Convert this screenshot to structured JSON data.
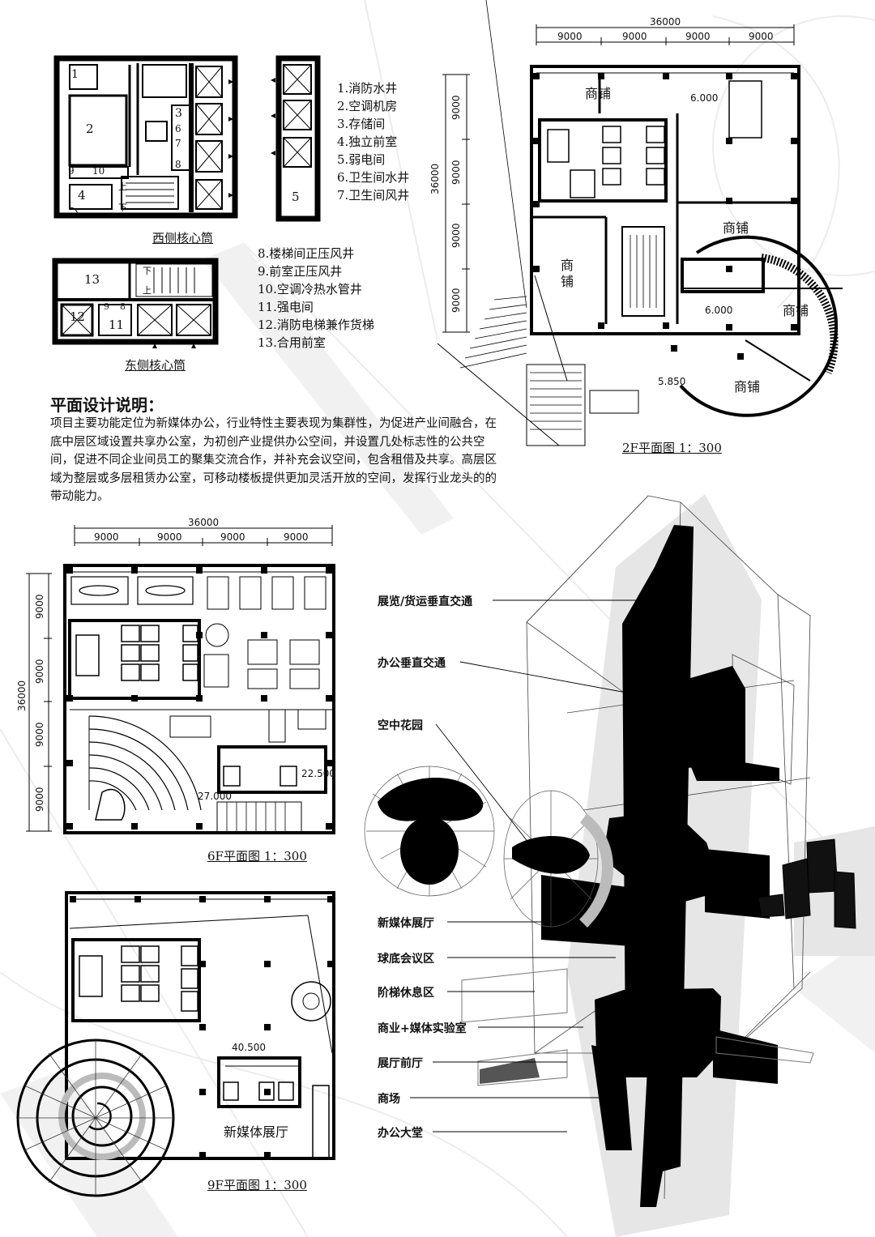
{
  "west_core": {
    "caption": "西侧核心筒",
    "room_numbers": [
      "1",
      "2",
      "3",
      "4",
      "5",
      "6",
      "7",
      "8",
      "9",
      "10"
    ],
    "stair_marks": [
      "上",
      "下"
    ],
    "legend": [
      "1.消防水井",
      "2.空调机房",
      "3.存储间",
      "4.独立前室",
      "5.弱电间",
      "6.卫生间水井",
      "7.卫生间风井"
    ]
  },
  "east_core": {
    "caption": "东侧核心筒",
    "room_numbers": [
      "13",
      "12",
      "11",
      "9",
      "8"
    ],
    "stair_marks": [
      "下",
      "上"
    ],
    "legend": [
      "8.楼梯间正压风井",
      "9.前室正压风井",
      "10.空调冷热水管井",
      "11.强电间",
      "12.消防电梯兼作货梯",
      "13.合用前室"
    ]
  },
  "description": {
    "title": "平面设计说明：",
    "text": "项目主要功能定位为新媒体办公，行业特性主要表现为集群性，为促进产业间融合，在底中层区域设置共享办公室，为初创产业提供办公空间，并设置几处标志性的公共空间，促进不同企业间员工的聚集交流合作，并补充会议空间，包含租借及共享。高层区域为整层或多层租赁办公室，可移动楼板提供更加灵活开放的空间，发挥行业龙头的的带动能力。"
  },
  "plan_2f": {
    "caption": "2F平面图 1：300",
    "total_dim": "36000",
    "bay_dims": [
      "9000",
      "9000",
      "9000",
      "9000"
    ],
    "side_total": "36000",
    "side_bays": [
      "9000",
      "9000",
      "9000",
      "9000"
    ],
    "shop_label": "商铺",
    "shop_vertical": "商\n铺",
    "levels": [
      "6.000",
      "6.000",
      "5.850"
    ]
  },
  "plan_6f": {
    "caption": "6F平面图 1：300",
    "total_dim": "36000",
    "bay_dims": [
      "9000",
      "9000",
      "9000",
      "9000"
    ],
    "side_total": "36000",
    "side_bays": [
      "9000",
      "9000",
      "9000",
      "9000"
    ],
    "levels": [
      "22.500",
      "27.000"
    ]
  },
  "plan_9f": {
    "caption": "9F平面图 1：300",
    "level": "40.500",
    "hall_label": "新媒体展厅"
  },
  "axon": {
    "labels": [
      "展览/货运垂直交通",
      "办公垂直交通",
      "空中花园",
      "新媒体展厅",
      "球底会议区",
      "阶梯休息区",
      "商业+媒体实验室",
      "展厅前厅",
      "商场",
      "办公大堂"
    ]
  }
}
